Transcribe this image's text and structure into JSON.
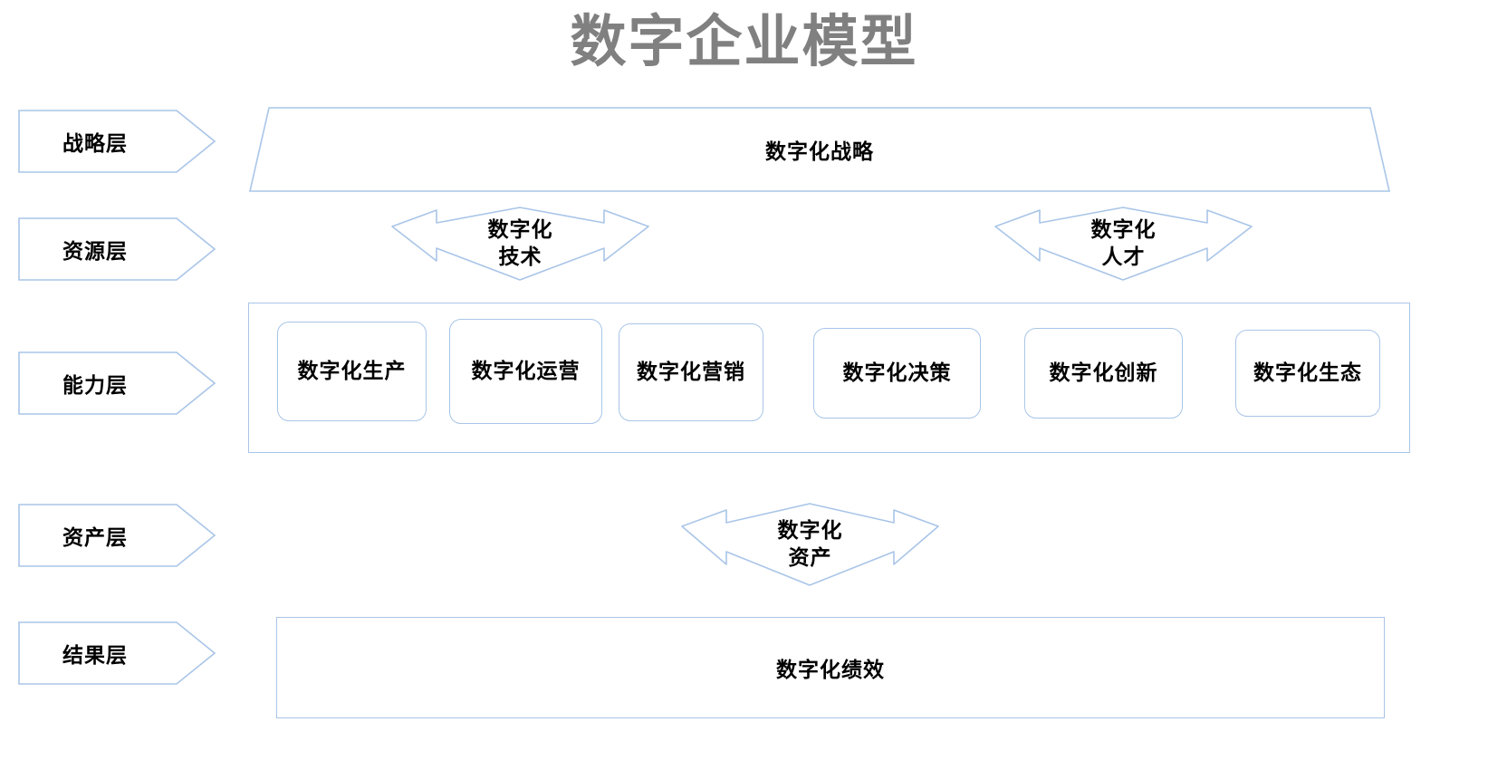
{
  "diagram": {
    "title": "数字企业模型",
    "colors": {
      "stroke": "#A9C5E8",
      "title_color": "#808080",
      "text_color": "#000000",
      "background": "#FFFFFF"
    },
    "layers": [
      {
        "id": "strategy",
        "label": "战略层"
      },
      {
        "id": "resource",
        "label": "资源层"
      },
      {
        "id": "capability",
        "label": "能力层"
      },
      {
        "id": "asset",
        "label": "资产层"
      },
      {
        "id": "result",
        "label": "结果层"
      }
    ],
    "strategy_banner": {
      "label": "数字化战略"
    },
    "resource_items": [
      {
        "line1": "数字化",
        "line2": "技术"
      },
      {
        "line1": "数字化",
        "line2": "人才"
      }
    ],
    "capability_items": [
      {
        "label": "数字化生产"
      },
      {
        "label": "数字化运营"
      },
      {
        "label": "数字化营销"
      },
      {
        "label": "数字化决策"
      },
      {
        "label": "数字化创新"
      },
      {
        "label": "数字化生态"
      }
    ],
    "asset_item": {
      "line1": "数字化",
      "line2": "资产"
    },
    "result_banner": {
      "label": "数字化绩效"
    }
  }
}
